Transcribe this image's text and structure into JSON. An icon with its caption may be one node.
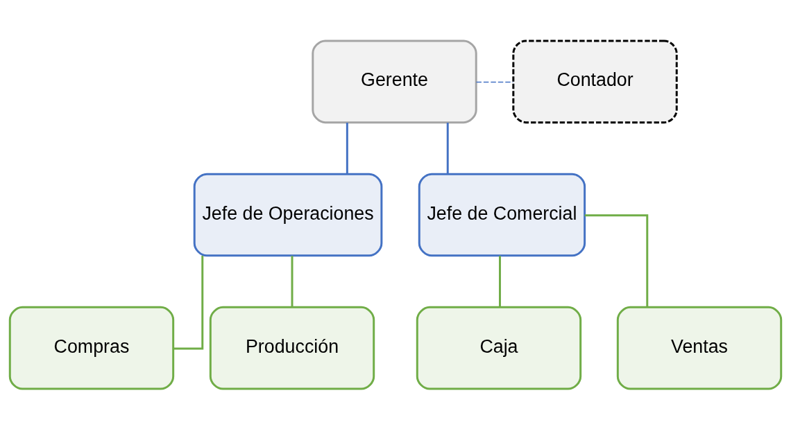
{
  "diagram": {
    "nodes": [
      {
        "text": [
          "Gerente"
        ]
      },
      {
        "text": [
          "Contador"
        ]
      },
      {
        "text": [
          "Jefe de Operaciones"
        ]
      },
      {
        "text": [
          "Jefe de Comercial"
        ]
      },
      {
        "text": [
          "Compras"
        ]
      },
      {
        "text": [
          "Producción"
        ]
      },
      {
        "text": [
          "Caja"
        ]
      },
      {
        "text": [
          "Ventas"
        ]
      }
    ],
    "edges": [
      {
        "from": 0,
        "to": 1,
        "arrow": "none",
        "style": "dashed",
        "color": "#4472c4"
      },
      {
        "from": 0,
        "to": 2,
        "arrow": "none",
        "color": "#4472c4"
      },
      {
        "from": 0,
        "to": 3,
        "arrow": "none",
        "color": "#4472c4"
      },
      {
        "from": 2,
        "to": 4,
        "arrow": "none"
      },
      {
        "from": 2,
        "to": 5,
        "arrow": "none"
      },
      {
        "from": 3,
        "to": 6,
        "arrow": "none"
      },
      {
        "from": 3,
        "to": 7,
        "arrow": "none"
      }
    ]
  }
}
